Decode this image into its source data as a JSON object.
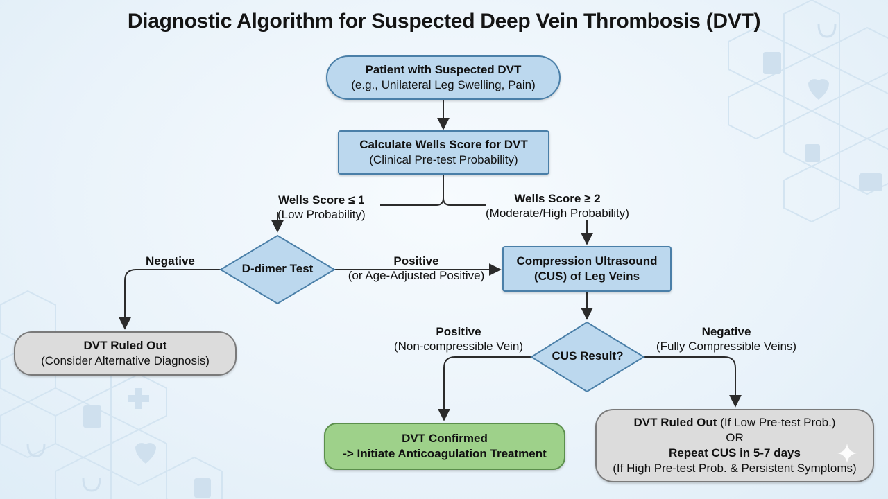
{
  "title": "Diagnostic Algorithm for Suspected Deep Vein Thrombosis (DVT)",
  "nodes": {
    "start": {
      "line1": "Patient with Suspected DVT",
      "line2": "(e.g., Unilateral Leg Swelling, Pain)"
    },
    "wells": {
      "line1": "Calculate Wells Score for DVT",
      "line2": "(Clinical Pre-test Probability)"
    },
    "ddimer": {
      "label": "D-dimer Test"
    },
    "cus": {
      "line1": "Compression Ultrasound",
      "line2": "(CUS) of Leg Veins"
    },
    "cus_result": {
      "label": "CUS Result?"
    },
    "ruled_out_1": {
      "line1": "DVT Ruled Out",
      "line2": "(Consider Alternative Diagnosis)"
    },
    "confirmed": {
      "line1": "DVT Confirmed",
      "line2": "-> Initiate Anticoagulation Treatment"
    },
    "ruled_out_2": {
      "line1_bold": "DVT Ruled Out",
      "line1_rest": " (If Low Pre-test Prob.)",
      "or": "OR",
      "line3": "Repeat CUS in 5-7 days",
      "line4": "(If High Pre-test Prob. & Persistent Symptoms)"
    }
  },
  "edges": {
    "wells_low": {
      "title": "Wells Score ≤ 1",
      "sub": "(Low Probability)"
    },
    "wells_high": {
      "title": "Wells Score ≥ 2",
      "sub": "(Moderate/High Probability)"
    },
    "ddimer_negative": {
      "title": "Negative"
    },
    "ddimer_positive": {
      "title": "Positive",
      "sub": "(or Age-Adjusted Positive)"
    },
    "cus_positive": {
      "title": "Positive",
      "sub": "(Non-compressible Vein)"
    },
    "cus_negative": {
      "title": "Negative",
      "sub": "(Fully Compressible Veins)"
    }
  },
  "colors": {
    "blue_fill": "#bcd8ee",
    "blue_border": "#4a7fa8",
    "gray_fill": "#dcdcdc",
    "green_fill": "#9ed18a",
    "arrow": "#2b2b2b"
  }
}
